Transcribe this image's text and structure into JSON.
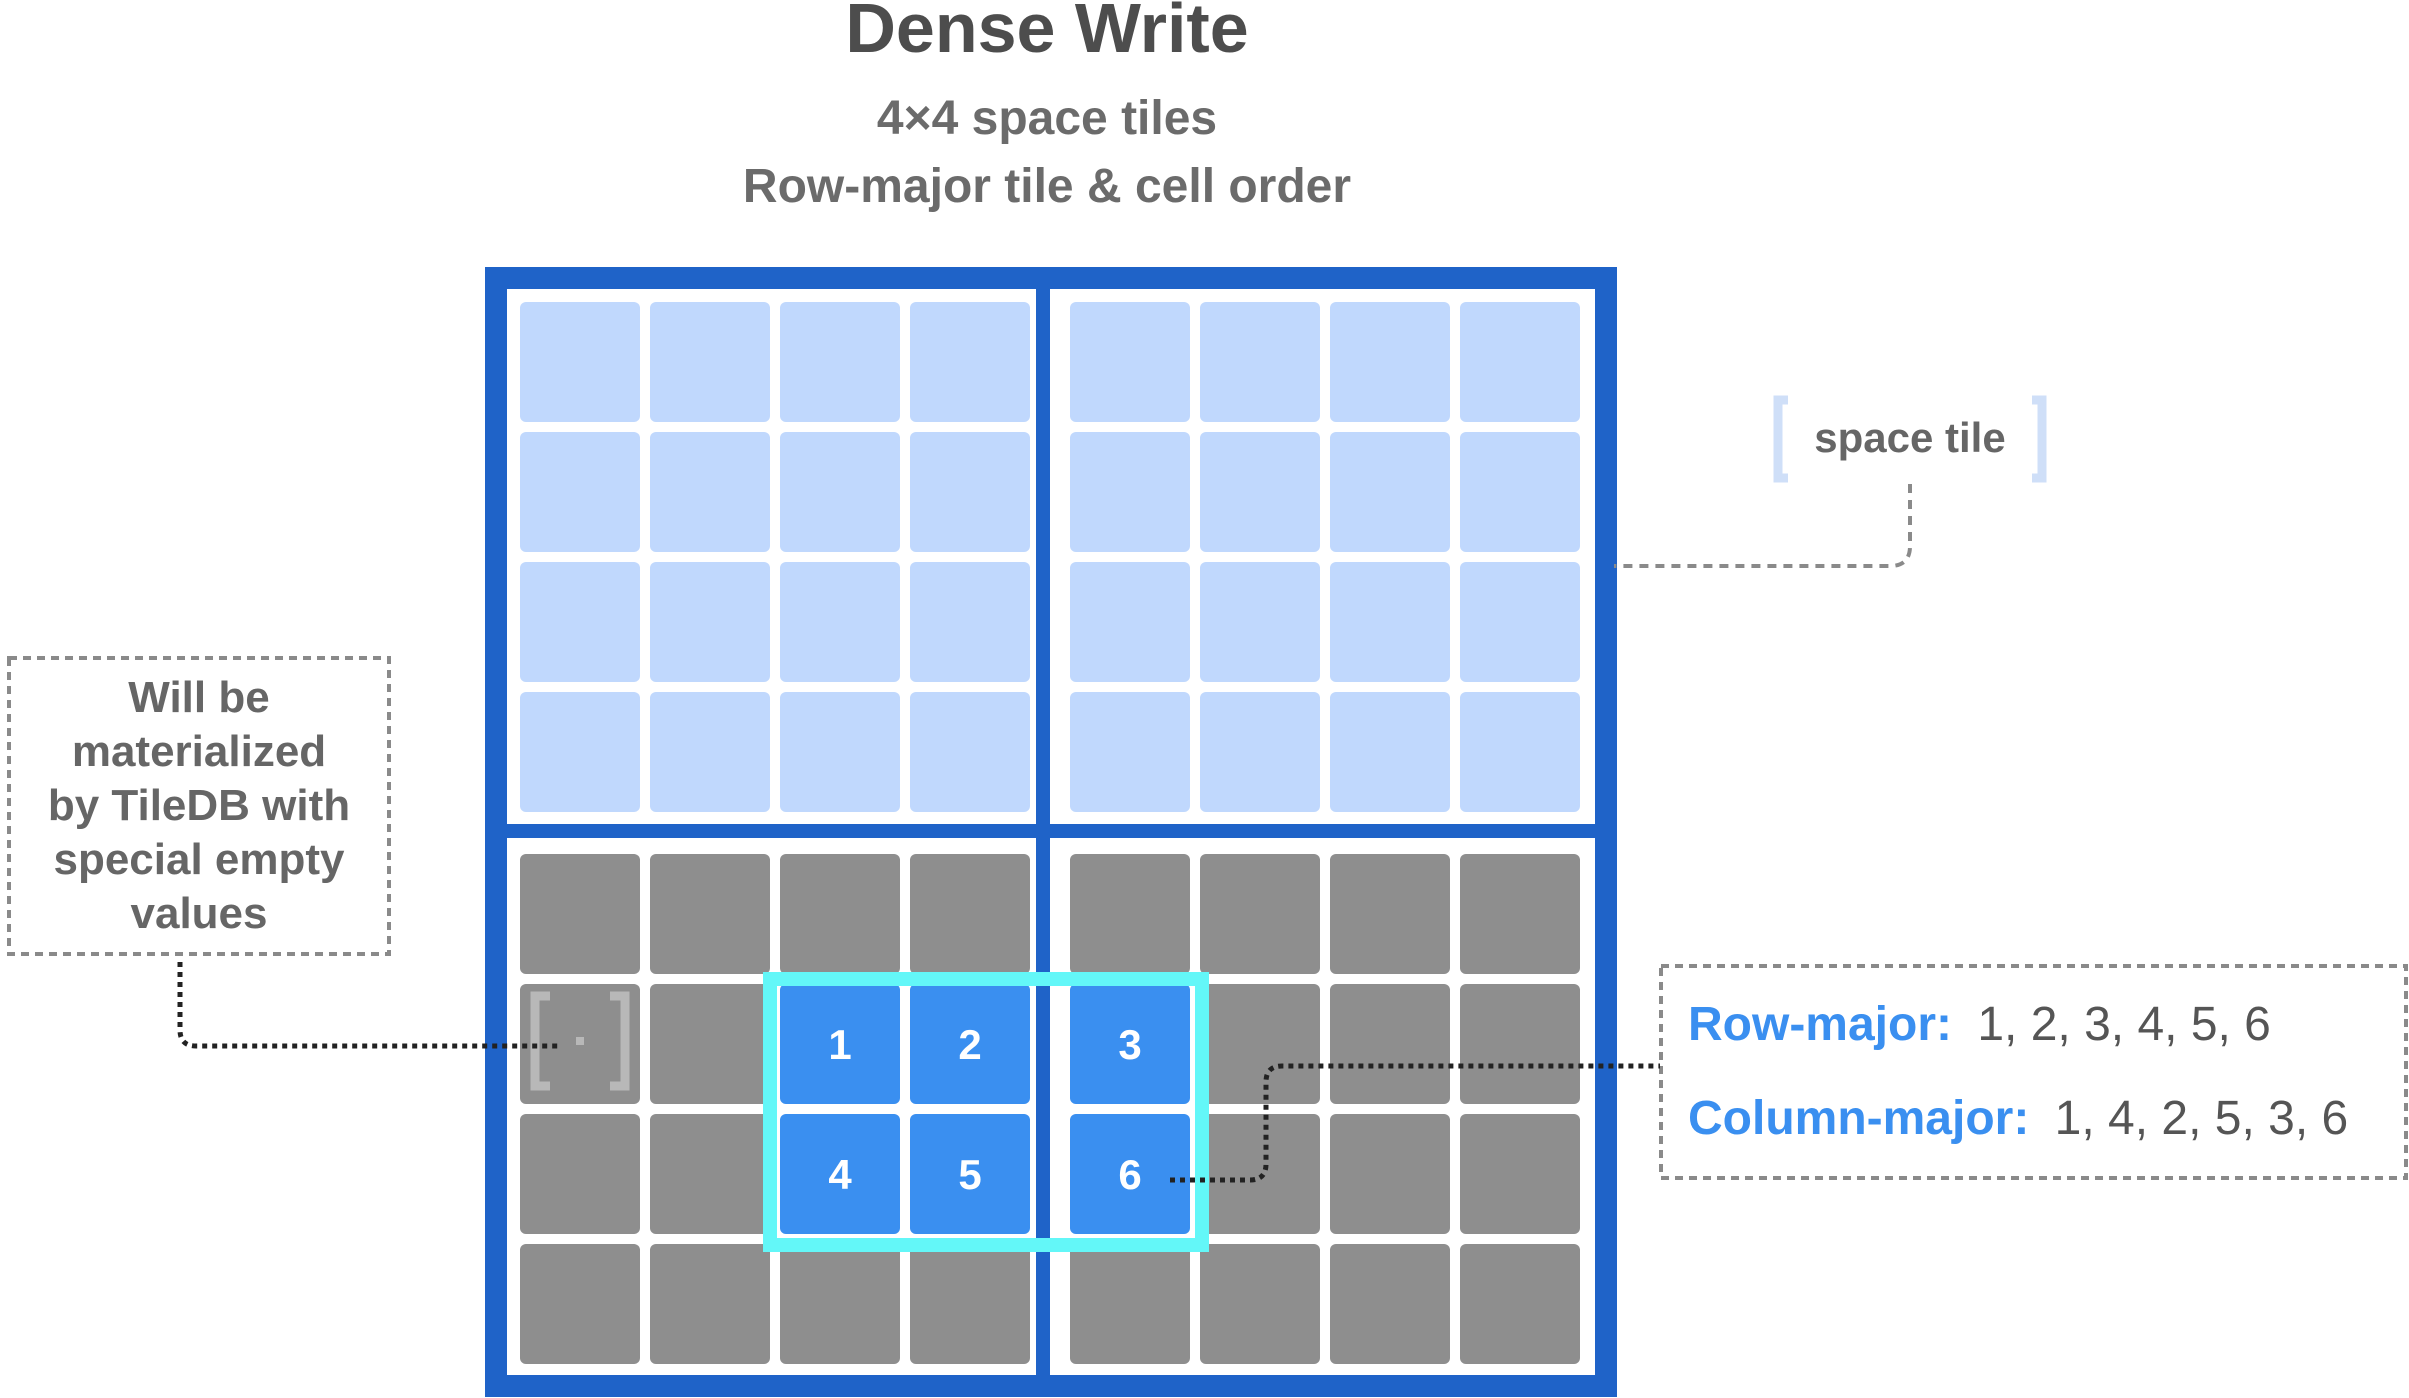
{
  "title": "Dense Write",
  "subtitle_line1": "4×4 space tiles",
  "subtitle_line2": "Row-major tile & cell order",
  "space_tile_label": "space tile",
  "empty_note": [
    "Will be",
    "materialized",
    "by TileDB with",
    "special empty",
    "values"
  ],
  "empty_cell_icon": "empty-cell-bracket-icon",
  "written_cells": [
    "1",
    "2",
    "3",
    "4",
    "5",
    "6"
  ],
  "orders": {
    "row_major_key": "Row-major:",
    "row_major_value": "1, 2, 3, 4, 5, 6",
    "column_major_key": "Column-major:",
    "column_major_value": "1, 4, 2, 5, 3, 6"
  },
  "colors": {
    "tile_border": "#1f63c8",
    "upper_cell": "#c0d8fd",
    "lower_cell": "#8e8e8e",
    "written_cell": "#3a8ff0",
    "write_region": "#63f7f8",
    "order_key": "#3a8ff0"
  }
}
